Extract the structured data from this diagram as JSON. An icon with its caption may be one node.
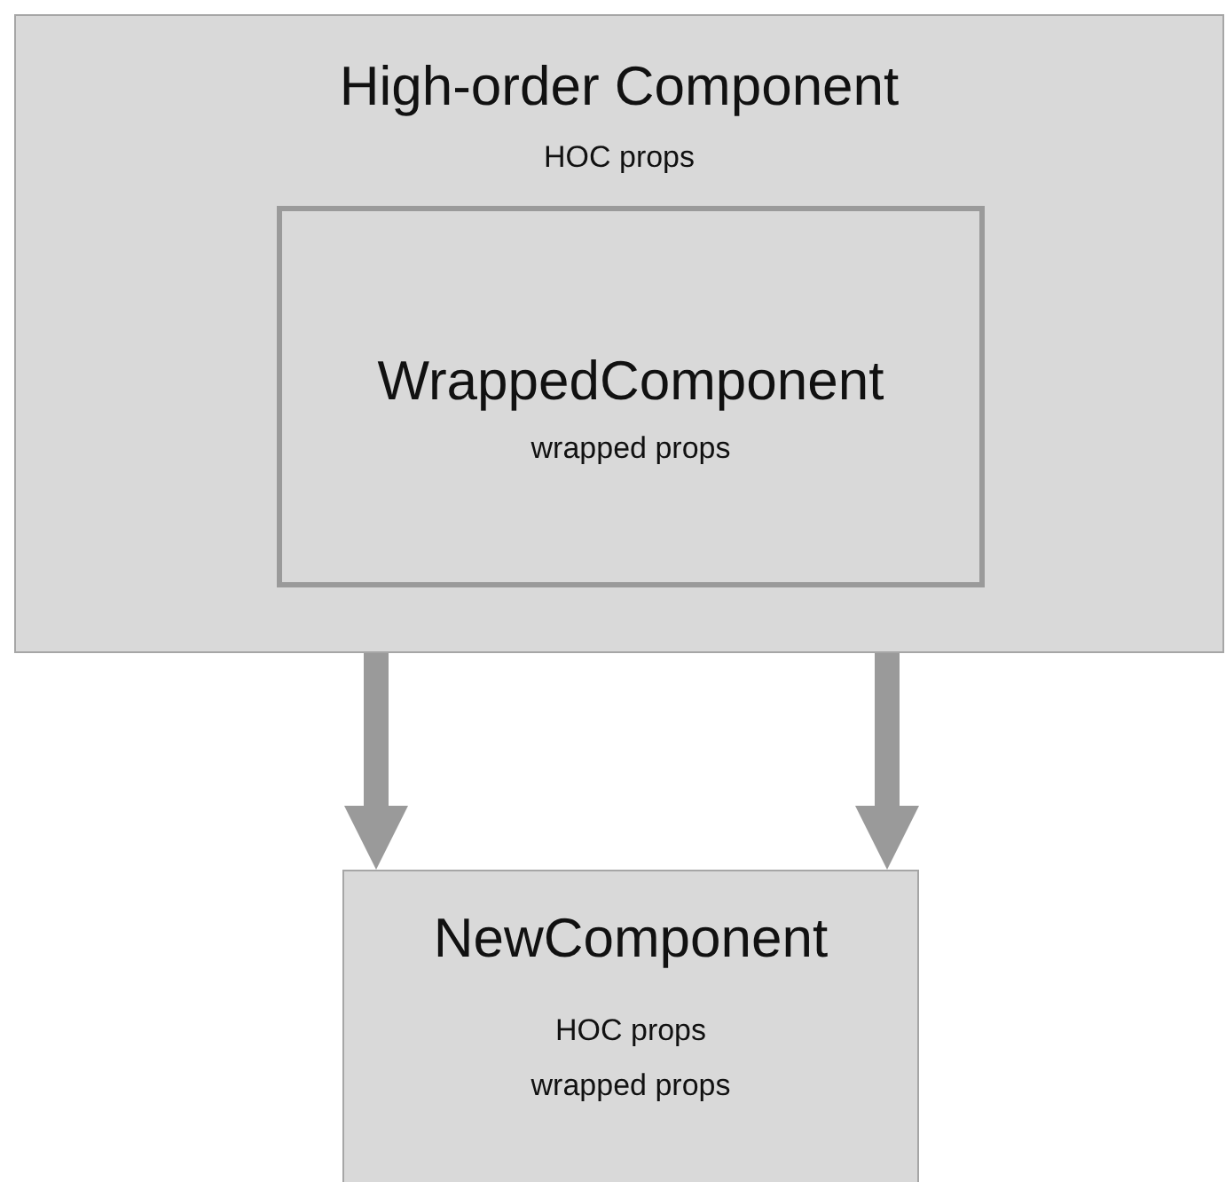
{
  "diagram": {
    "nodes": [
      {
        "text": [
          "High-order Component",
          "HOC props"
        ]
      },
      {
        "text": [
          "WrappedComponent",
          "wrapped props"
        ],
        "in": 0
      },
      {
        "text": [
          "NewComponent",
          "HOC props",
          "wrapped props"
        ]
      }
    ],
    "edges": [
      {
        "from": 0,
        "to": 2,
        "arrow": "to"
      },
      {
        "from": 0,
        "to": 2,
        "arrow": "to"
      }
    ]
  }
}
